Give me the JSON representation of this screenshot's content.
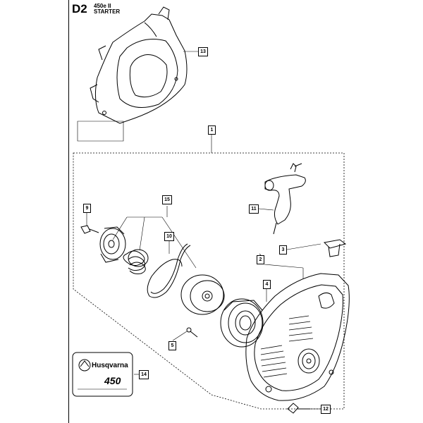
{
  "header": {
    "code": "D2",
    "model": "450e II",
    "section": "STARTER"
  },
  "logo": {
    "brand": "Husqvarna",
    "model_number": "450"
  },
  "callouts": [
    {
      "id": "13",
      "label": "13"
    },
    {
      "id": "1",
      "label": "1"
    },
    {
      "id": "15",
      "label": "15"
    },
    {
      "id": "9",
      "label": "9"
    },
    {
      "id": "10",
      "label": "10"
    },
    {
      "id": "11",
      "label": "11"
    },
    {
      "id": "3",
      "label": "3"
    },
    {
      "id": "2",
      "label": "2"
    },
    {
      "id": "4",
      "label": "4"
    },
    {
      "id": "5",
      "label": "5"
    },
    {
      "id": "14",
      "label": "14"
    },
    {
      "id": "12",
      "label": "12"
    }
  ]
}
